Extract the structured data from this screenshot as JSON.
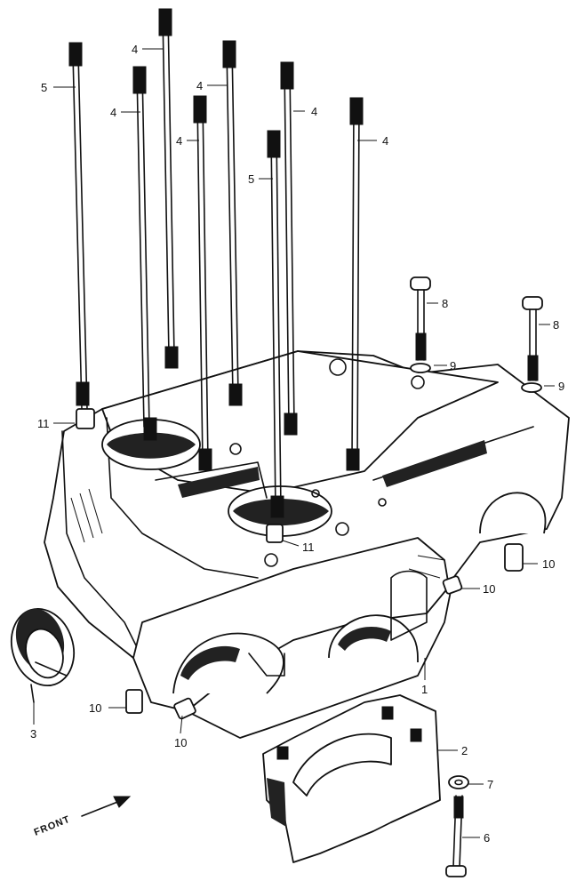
{
  "diagram": {
    "front_label": "FRONT",
    "callouts": {
      "c1": "1",
      "c2": "2",
      "c3": "3",
      "c4a": "4",
      "c4b": "4",
      "c4c": "4",
      "c4d": "4",
      "c4e": "4",
      "c4f": "4",
      "c5a": "5",
      "c5b": "5",
      "c6": "6",
      "c7": "7",
      "c8a": "8",
      "c8b": "8",
      "c9a": "9",
      "c9b": "9",
      "c10a": "10",
      "c10b": "10",
      "c10c": "10",
      "c10d": "10",
      "c11a": "11",
      "c11b": "11"
    }
  }
}
